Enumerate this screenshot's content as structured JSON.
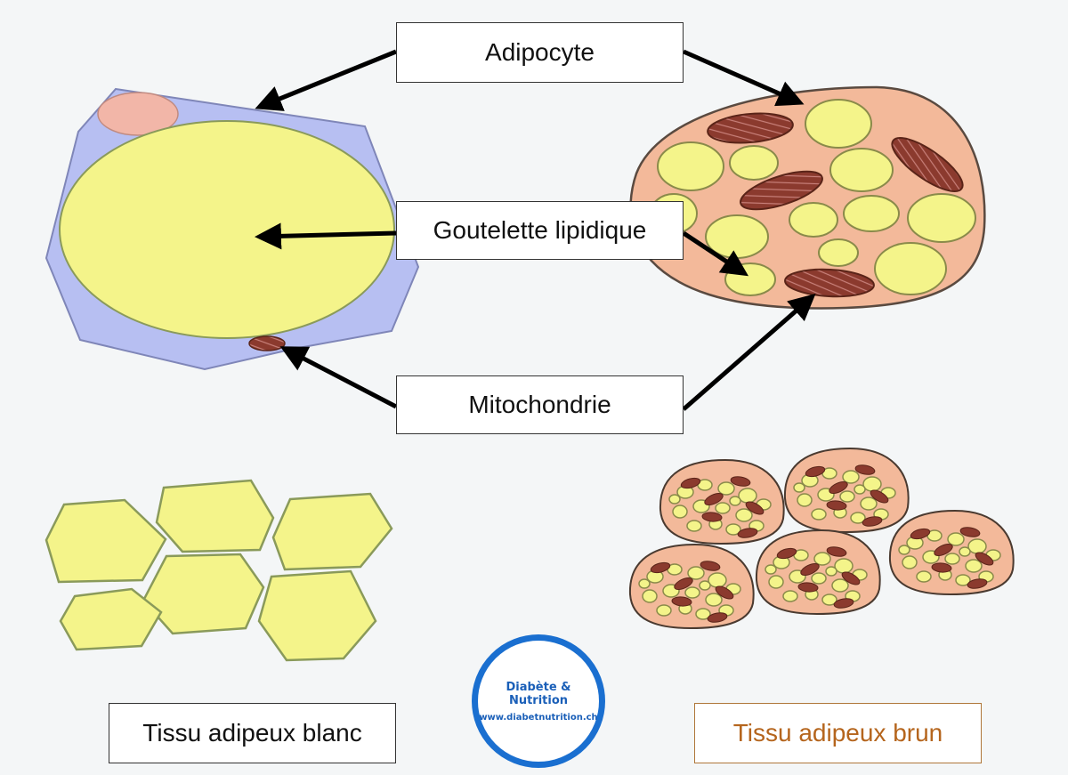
{
  "labels": {
    "adipocyte": "Adipocyte",
    "lipid_droplet": "Goutelette lipidique",
    "mitochondria": "Mitochondrie",
    "white_tissue": "Tissu adipeux blanc",
    "brown_tissue": "Tissu adipeux brun"
  },
  "logo": {
    "title": "Diabète & Nutrition",
    "url": "www.diabetnutrition.ch"
  },
  "colors": {
    "background": "#f4f6f7",
    "white_cell_membrane": "#b7bff2",
    "lipid_yellow": "#f4f48a",
    "brown_cell_body": "#f3b99a",
    "mitochondria": "#8b3a2e",
    "nucleus": "#f2b6a8",
    "logo_blue": "#1a6fd0",
    "brown_label": "#b5651d"
  }
}
